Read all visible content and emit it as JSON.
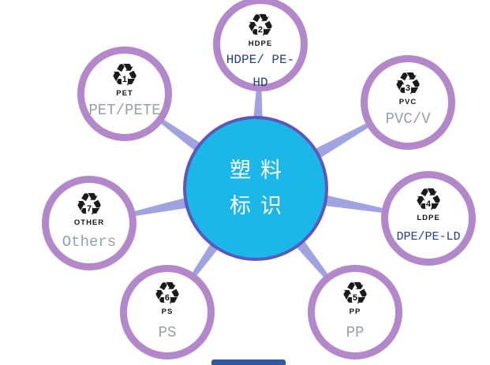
{
  "diagram": {
    "recycle_symbol": "♻",
    "center": {
      "title_line1": "塑料",
      "title_line2": "标识"
    },
    "nodes": [
      {
        "number": "1",
        "code": "PET",
        "label": "PET/PETE",
        "color": "gray"
      },
      {
        "number": "2",
        "code": "HDPE",
        "label": "HDPE/ PE-HD",
        "color": "blue"
      },
      {
        "number": "3",
        "code": "PVC",
        "label": "PVC/V",
        "color": "gray"
      },
      {
        "number": "4",
        "code": "LDPE",
        "label": "DPE/PE-LD",
        "color": "blue"
      },
      {
        "number": "5",
        "code": "PP",
        "label": "PP",
        "color": "gray"
      },
      {
        "number": "6",
        "code": "PS",
        "label": "PS",
        "color": "gray"
      },
      {
        "number": "7",
        "code": "OTHER",
        "label": "Others",
        "color": "gray"
      }
    ],
    "colors": {
      "center_fill": "#1bb7e9",
      "center_border": "#5c57bd",
      "node_ring": "#b288cb",
      "connector": "#9fa3df",
      "label_gray": "#9aa0a8",
      "label_blue": "#24407e",
      "bottom_bar": "#2e5b9f"
    }
  }
}
